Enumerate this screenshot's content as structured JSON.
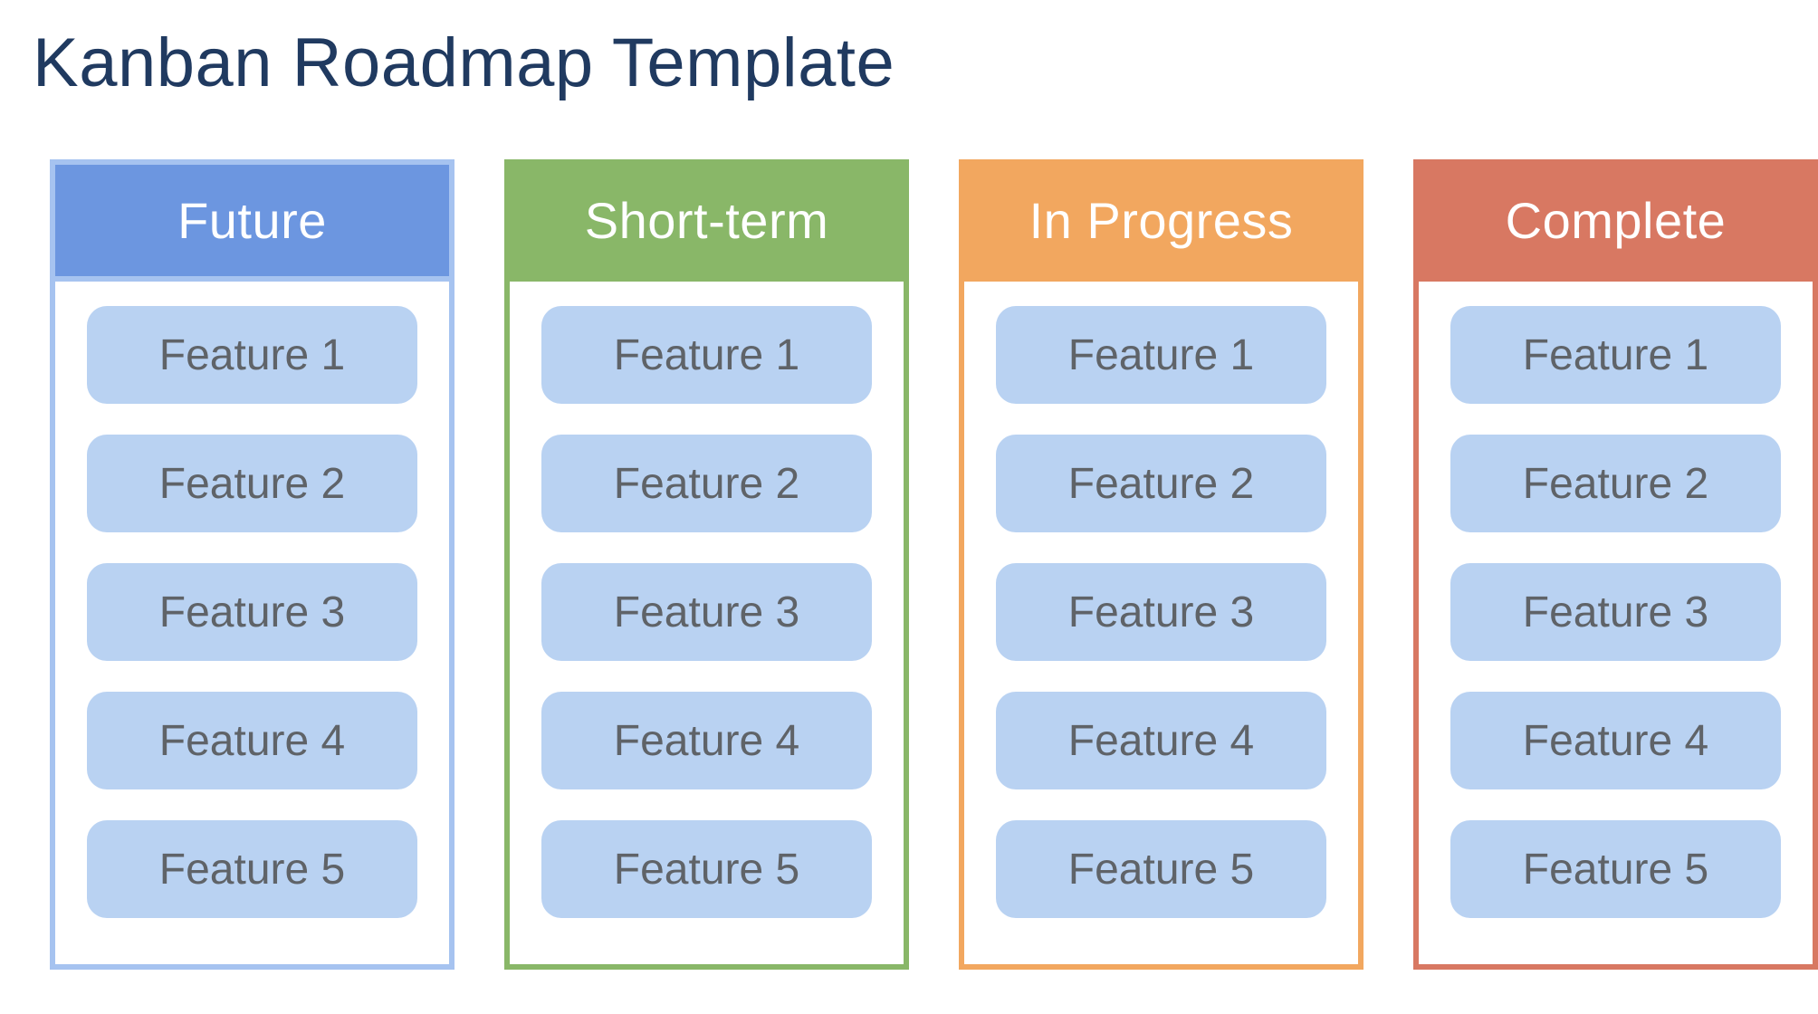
{
  "title": "Kanban Roadmap Template",
  "colors": {
    "background": "#ffffff",
    "title_text": "#203a60",
    "header_text": "#ffffff",
    "card_bg": "#b9d2f2",
    "card_text": "#5f6368"
  },
  "board": {
    "columns": [
      {
        "label": "Future",
        "header_bg": "#6c96e0",
        "border": "#a6c3f0",
        "cards": [
          "Feature 1",
          "Feature 2",
          "Feature 3",
          "Feature 4",
          "Feature 5"
        ]
      },
      {
        "label": "Short-term",
        "header_bg": "#89b768",
        "border": "#89b768",
        "cards": [
          "Feature 1",
          "Feature 2",
          "Feature 3",
          "Feature 4",
          "Feature 5"
        ]
      },
      {
        "label": "In Progress",
        "header_bg": "#f2a75f",
        "border": "#f2a75f",
        "cards": [
          "Feature 1",
          "Feature 2",
          "Feature 3",
          "Feature 4",
          "Feature 5"
        ]
      },
      {
        "label": "Complete",
        "header_bg": "#d87862",
        "border": "#d87862",
        "cards": [
          "Feature 1",
          "Feature 2",
          "Feature 3",
          "Feature 4",
          "Feature 5"
        ]
      }
    ]
  }
}
